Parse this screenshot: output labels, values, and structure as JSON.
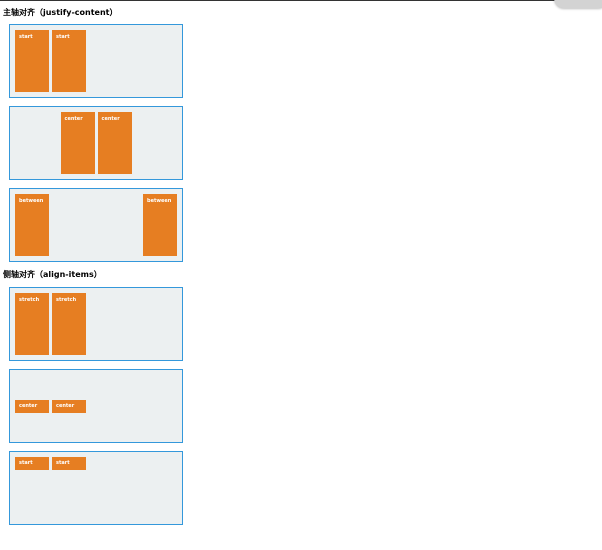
{
  "sections": [
    {
      "title": "主轴对齐（justify-content）",
      "demos": [
        {
          "items": [
            "start",
            "start"
          ]
        },
        {
          "items": [
            "center",
            "center"
          ]
        },
        {
          "items": [
            "between",
            "between"
          ]
        }
      ]
    },
    {
      "title": "侧轴对齐（align-items）",
      "demos": [
        {
          "items": [
            "stretch",
            "stretch"
          ]
        },
        {
          "items": [
            "center",
            "center"
          ]
        },
        {
          "items": [
            "start",
            "start"
          ]
        }
      ]
    }
  ],
  "colors": {
    "container_border": "#3498db",
    "container_bg": "#ecf0f1",
    "item_bg": "#e67e22",
    "item_text": "#ffffff"
  }
}
